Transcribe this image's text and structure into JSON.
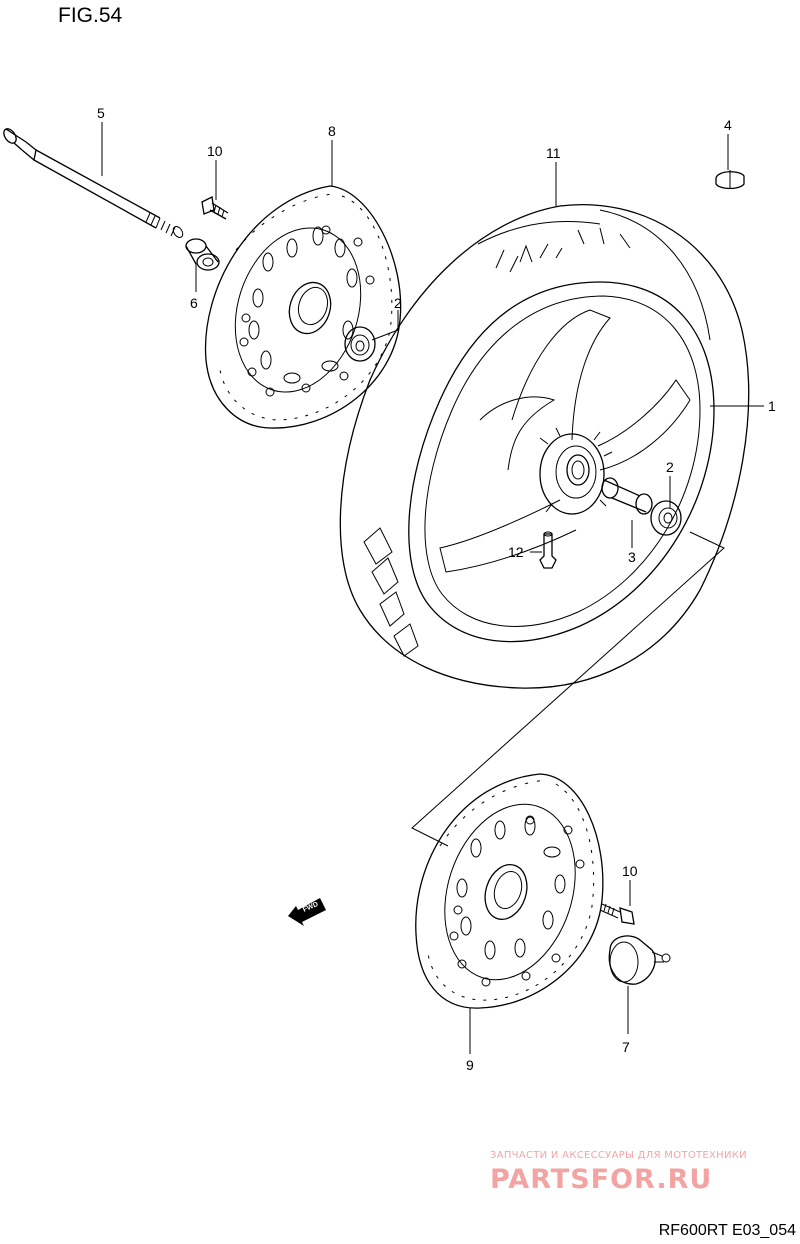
{
  "figure": {
    "title": "FIG.54",
    "code": "RF600RT E03_054"
  },
  "watermark": {
    "line1": "ЗАПЧАСТИ И АКСЕССУАРЫ ДЛЯ МОТОТЕХНИКИ",
    "line2": "PARTSFOR.RU"
  },
  "direction_badge": "FWD",
  "callouts": [
    {
      "id": "c5",
      "text": "5"
    },
    {
      "id": "c10a",
      "text": "10"
    },
    {
      "id": "c8",
      "text": "8"
    },
    {
      "id": "c11",
      "text": "11"
    },
    {
      "id": "c4",
      "text": "4"
    },
    {
      "id": "c6",
      "text": "6"
    },
    {
      "id": "c2a",
      "text": "2"
    },
    {
      "id": "c1",
      "text": "1"
    },
    {
      "id": "c2b",
      "text": "2"
    },
    {
      "id": "c3",
      "text": "3"
    },
    {
      "id": "c12",
      "text": "12"
    },
    {
      "id": "c10b",
      "text": "10"
    },
    {
      "id": "c9",
      "text": "9"
    },
    {
      "id": "c7",
      "text": "7"
    }
  ]
}
